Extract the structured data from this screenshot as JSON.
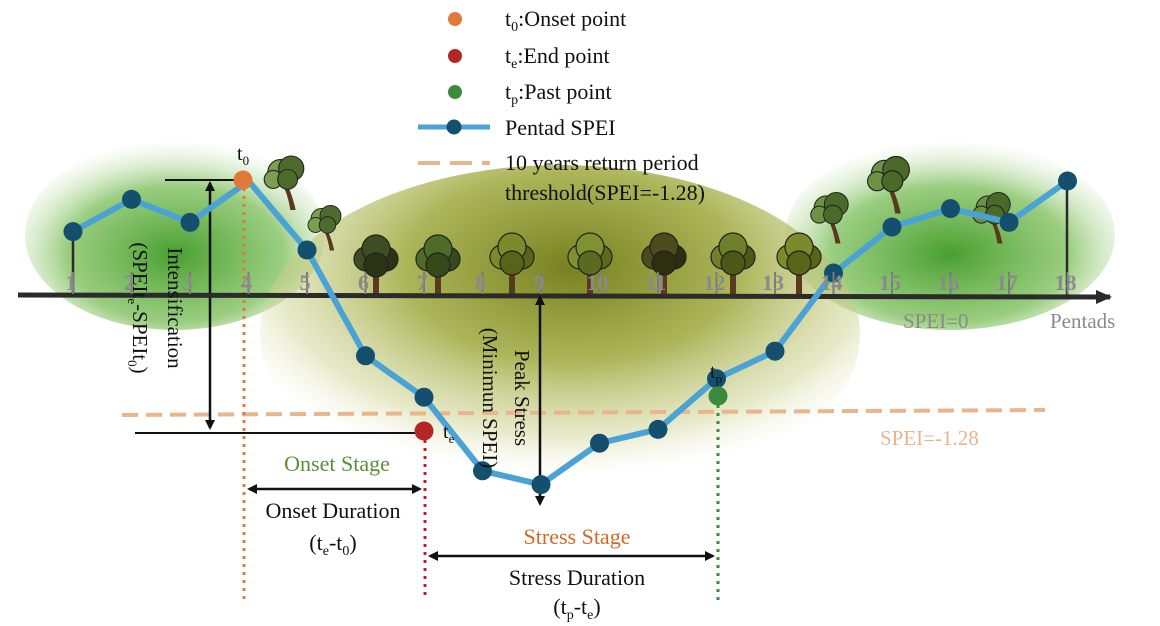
{
  "legend": {
    "onset": {
      "main": "t",
      "sub": "0",
      "text": ":Onset point",
      "color": "#e07a3a"
    },
    "end": {
      "main": "t",
      "sub": "e",
      "text": ":End point",
      "color": "#b52525"
    },
    "past": {
      "main": "t",
      "sub": "p",
      "text": ":Past point",
      "color": "#3c8a3c"
    },
    "series": {
      "text": "Pentad SPEI",
      "line_color": "#4aa3d4",
      "marker_color": "#14506e"
    },
    "threshold": {
      "line1": "10 years return period",
      "line2": "threshold(SPEI=-1.28)",
      "color": "#e8b58c"
    }
  },
  "axis": {
    "x_title": "Pentads",
    "zero_label": "SPEI=0",
    "threshold_label": "SPEI=-1.28",
    "ticks": [
      "1",
      "2",
      "3",
      "4",
      "5",
      "6",
      "7",
      "8",
      "9",
      "10",
      "11",
      "12",
      "13",
      "14",
      "15",
      "16",
      "17",
      "18"
    ]
  },
  "markers": {
    "t0": {
      "main": "t",
      "sub": "0"
    },
    "te": {
      "main": "t",
      "sub": "e"
    },
    "tp": {
      "main": "t",
      "sub": "p"
    }
  },
  "annotations": {
    "intensification_line1": "Intensification",
    "intensification_line2": {
      "a": "(SPEIt",
      "sub1": "e",
      "b": "-SPEIt",
      "sub2": "0",
      "c": ")"
    },
    "peak_line1": "Peak Stress",
    "peak_line2": "(Minimun SPEI)",
    "onset_stage": "Onset Stage",
    "onset_duration": "Onset Duration",
    "onset_formula": {
      "a": "(t",
      "sub1": "e",
      "b": "-t",
      "sub2": "0",
      "c": ")"
    },
    "stress_stage": "Stress Stage",
    "stress_duration": "Stress Duration",
    "stress_formula": {
      "a": "(t",
      "sub1": "p",
      "b": "-t",
      "sub2": "e",
      "c": ")"
    }
  },
  "colors": {
    "onset_stage": "#5a8f3a",
    "stress_stage": "#d06a2a",
    "tick_label": "#8a8a8a",
    "drought_fill": "#9aa52a",
    "wet_fill": "#4ea52e"
  },
  "chart_data": {
    "type": "line",
    "x": [
      1,
      2,
      3,
      4,
      5,
      6,
      7,
      8,
      9,
      10,
      11,
      12,
      13,
      14,
      15,
      16,
      17,
      18
    ],
    "series": [
      {
        "name": "Pentad SPEI",
        "values": [
          0.7,
          1.05,
          0.8,
          1.25,
          0.5,
          -0.65,
          -1.1,
          -1.9,
          -2.05,
          -1.6,
          -1.45,
          -0.9,
          -0.6,
          0.25,
          0.75,
          0.95,
          0.8,
          1.25
        ]
      }
    ],
    "threshold": -1.28,
    "onset_pentad": 4,
    "end_pentad": 7.2,
    "past_pentad": 12.1
  }
}
